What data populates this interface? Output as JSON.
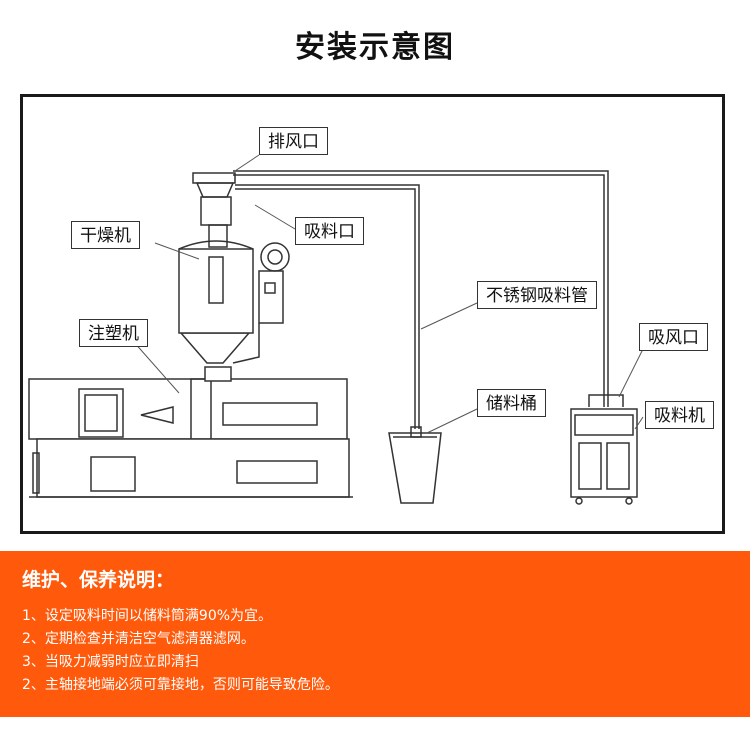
{
  "title": "安装示意图",
  "labels": {
    "exhaust_port": "排风口",
    "dryer": "干燥机",
    "suction_inlet": "吸料口",
    "steel_pipe": "不锈钢吸料管",
    "injection_machine": "注塑机",
    "air_suction_port": "吸风口",
    "storage_bucket": "储料桶",
    "loader": "吸料机"
  },
  "maintenance": {
    "title": "维护、保养说明：",
    "items": [
      "1、设定吸料时间以储料筒满90%为宜。",
      "2、定期检查并清洁空气滤清器滤网。",
      "3、当吸力减弱时应立即清扫",
      "2、主轴接地端必须可靠接地，否则可能导致危险。"
    ]
  },
  "colors": {
    "accent": "#ff5a0b",
    "line": "#333333"
  }
}
